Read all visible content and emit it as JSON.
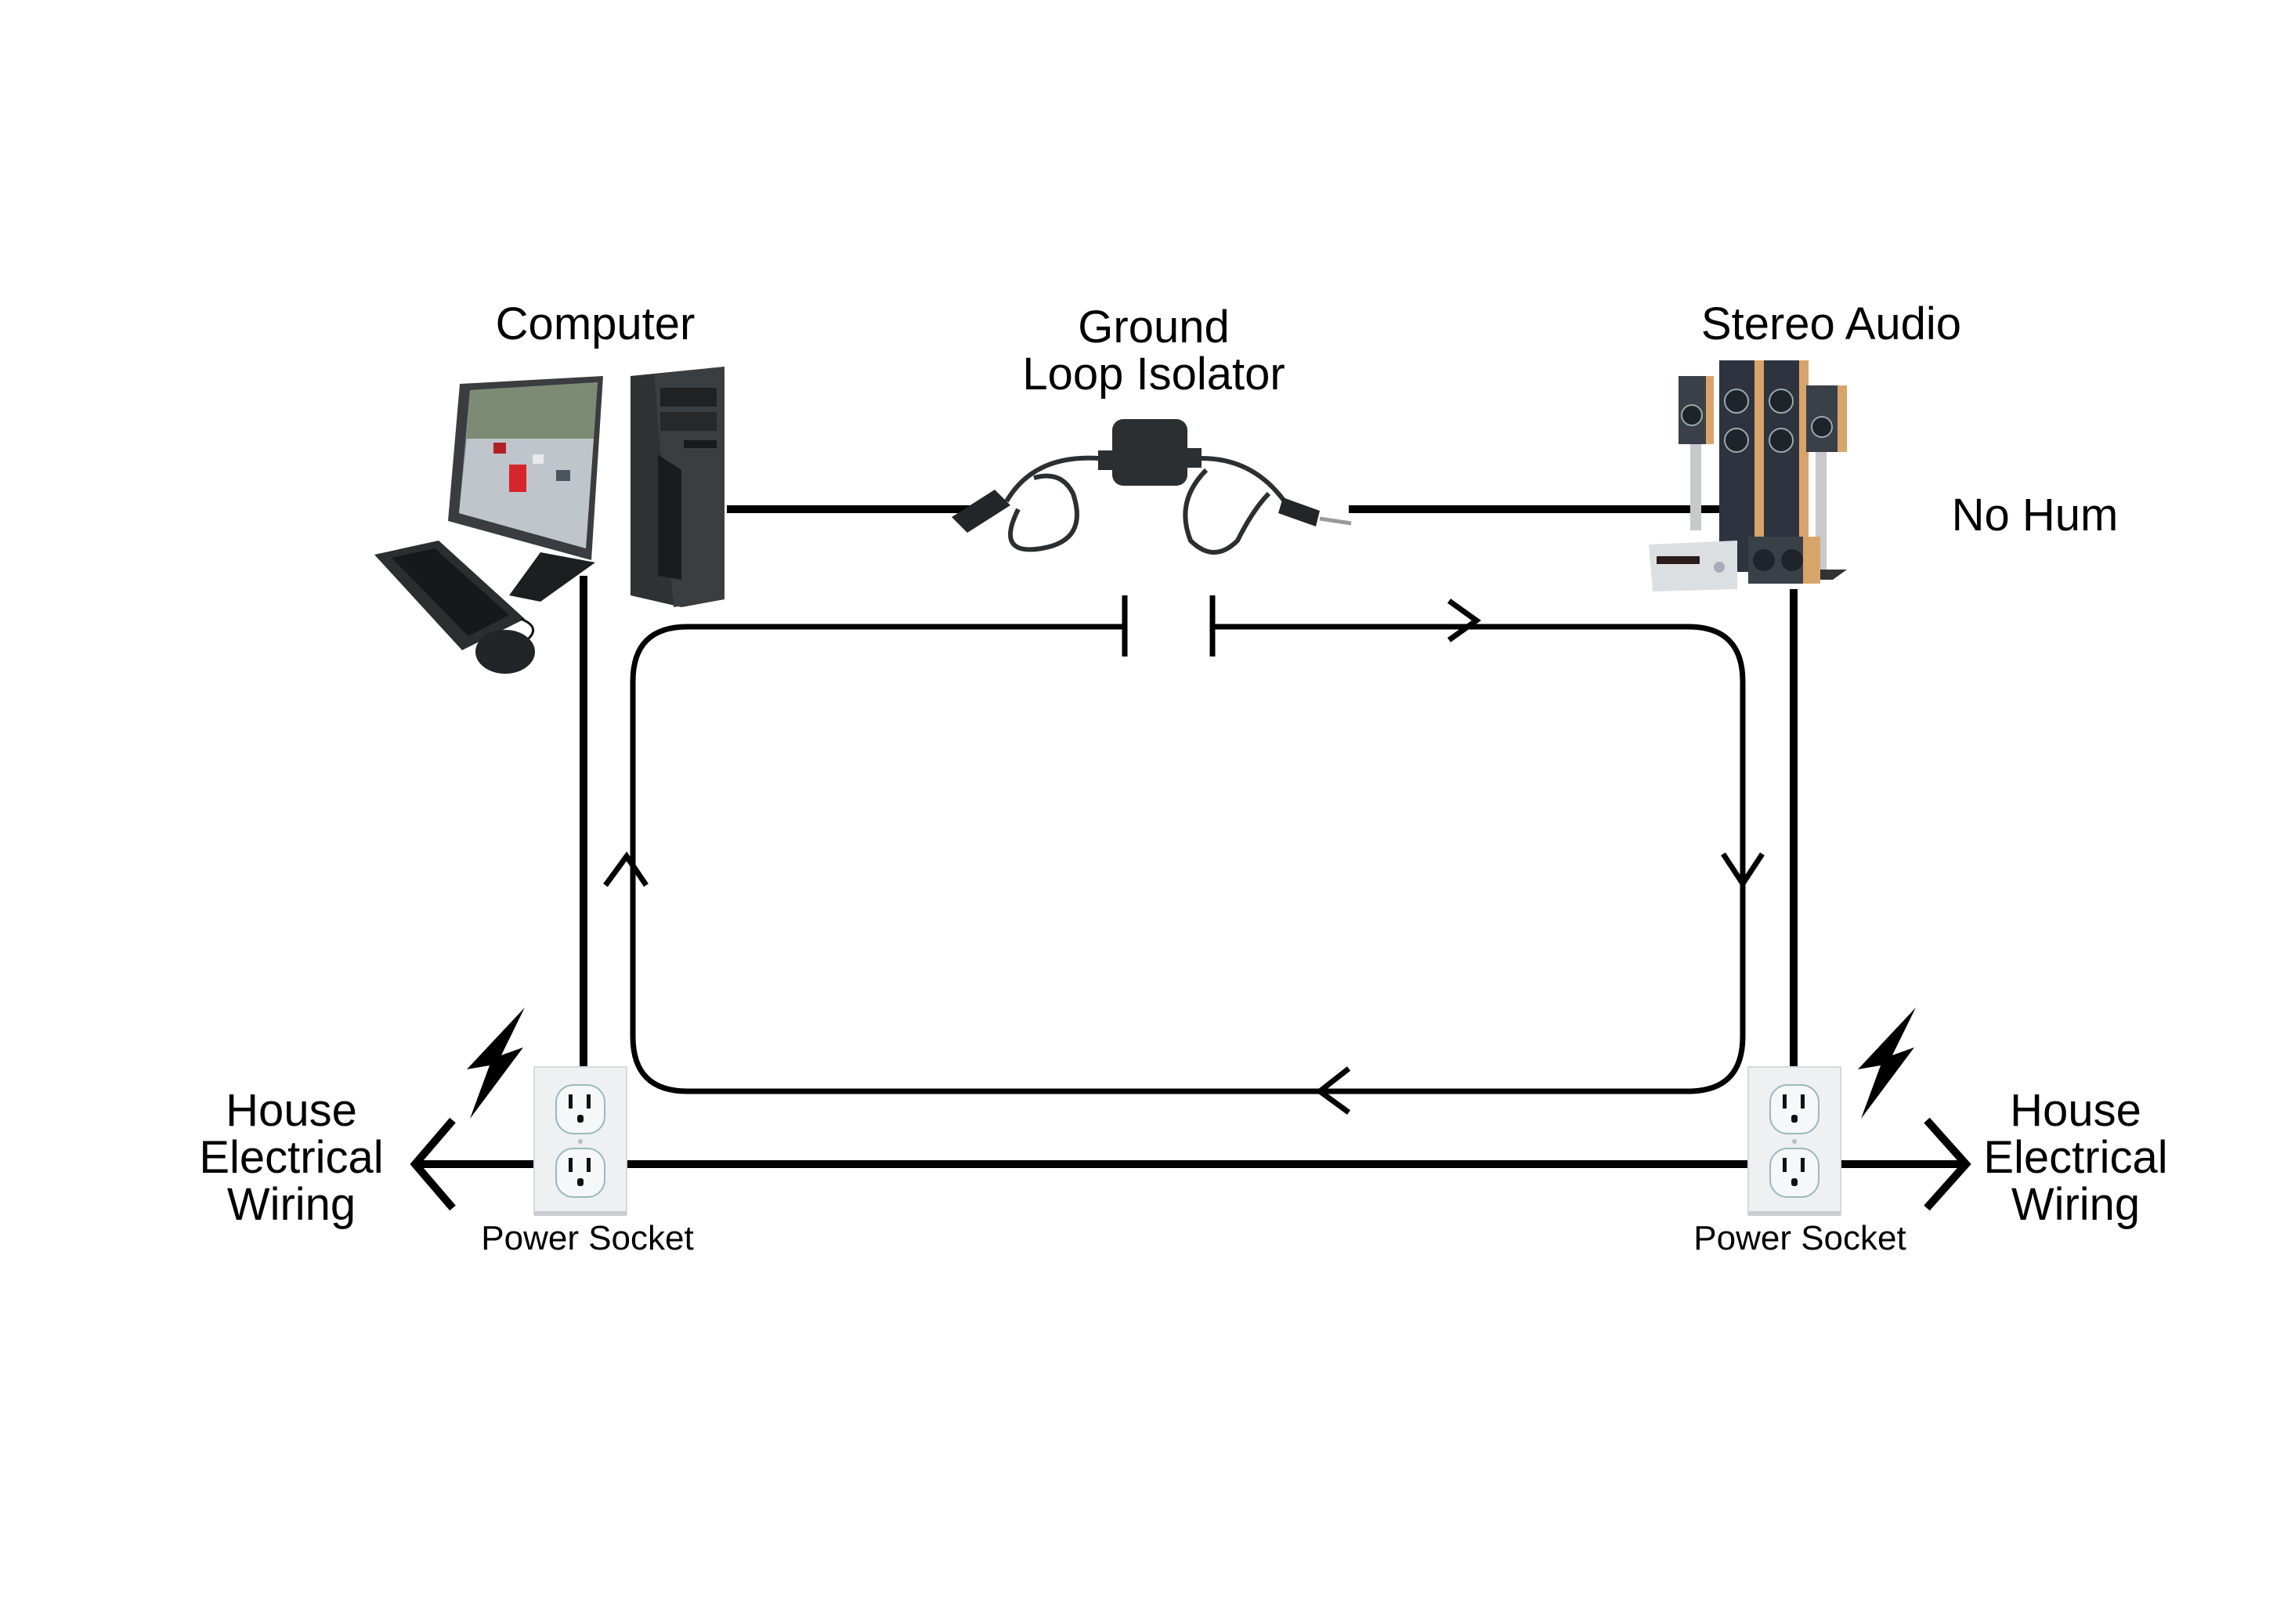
{
  "diagram": {
    "title": "Ground loop isolator wiring",
    "labels": {
      "computer": "Computer",
      "isolator_line1": "Ground",
      "isolator_line2": "Loop Isolator",
      "stereo": "Stereo Audio",
      "no_hum": "No Hum",
      "left_socket": "Power Socket",
      "right_socket": "Power Socket",
      "left_house_line1": "House",
      "left_house_line2": "Electrical",
      "left_house_line3": "Wiring",
      "right_house_line1": "House",
      "right_house_line2": "Electrical",
      "right_house_line3": "Wiring"
    },
    "nodes": [
      {
        "id": "computer",
        "label": "Computer",
        "icon": "desktop-computer-icon"
      },
      {
        "id": "isolator",
        "label": "Ground Loop Isolator",
        "icon": "ground-loop-isolator-icon"
      },
      {
        "id": "stereo",
        "label": "Stereo Audio",
        "icon": "speaker-system-icon"
      },
      {
        "id": "socket_left",
        "label": "Power Socket",
        "icon": "power-outlet-icon"
      },
      {
        "id": "socket_right",
        "label": "Power Socket",
        "icon": "power-outlet-icon"
      }
    ],
    "edges": [
      {
        "from": "computer",
        "to": "isolator",
        "type": "audio cable"
      },
      {
        "from": "isolator",
        "to": "stereo",
        "type": "audio cable"
      },
      {
        "from": "computer",
        "to": "socket_left",
        "type": "power cord"
      },
      {
        "from": "stereo",
        "to": "socket_right",
        "type": "power cord"
      },
      {
        "from": "socket_left",
        "to": "socket_right",
        "type": "house wiring"
      }
    ],
    "loop": {
      "direction": "clockwise",
      "break_symbol": "capacitor"
    },
    "colors": {
      "line": "#000000",
      "background": "#ffffff",
      "wood": "#d9a46a",
      "speaker_face": "#2d3440",
      "socket": "#eef0f2"
    }
  }
}
